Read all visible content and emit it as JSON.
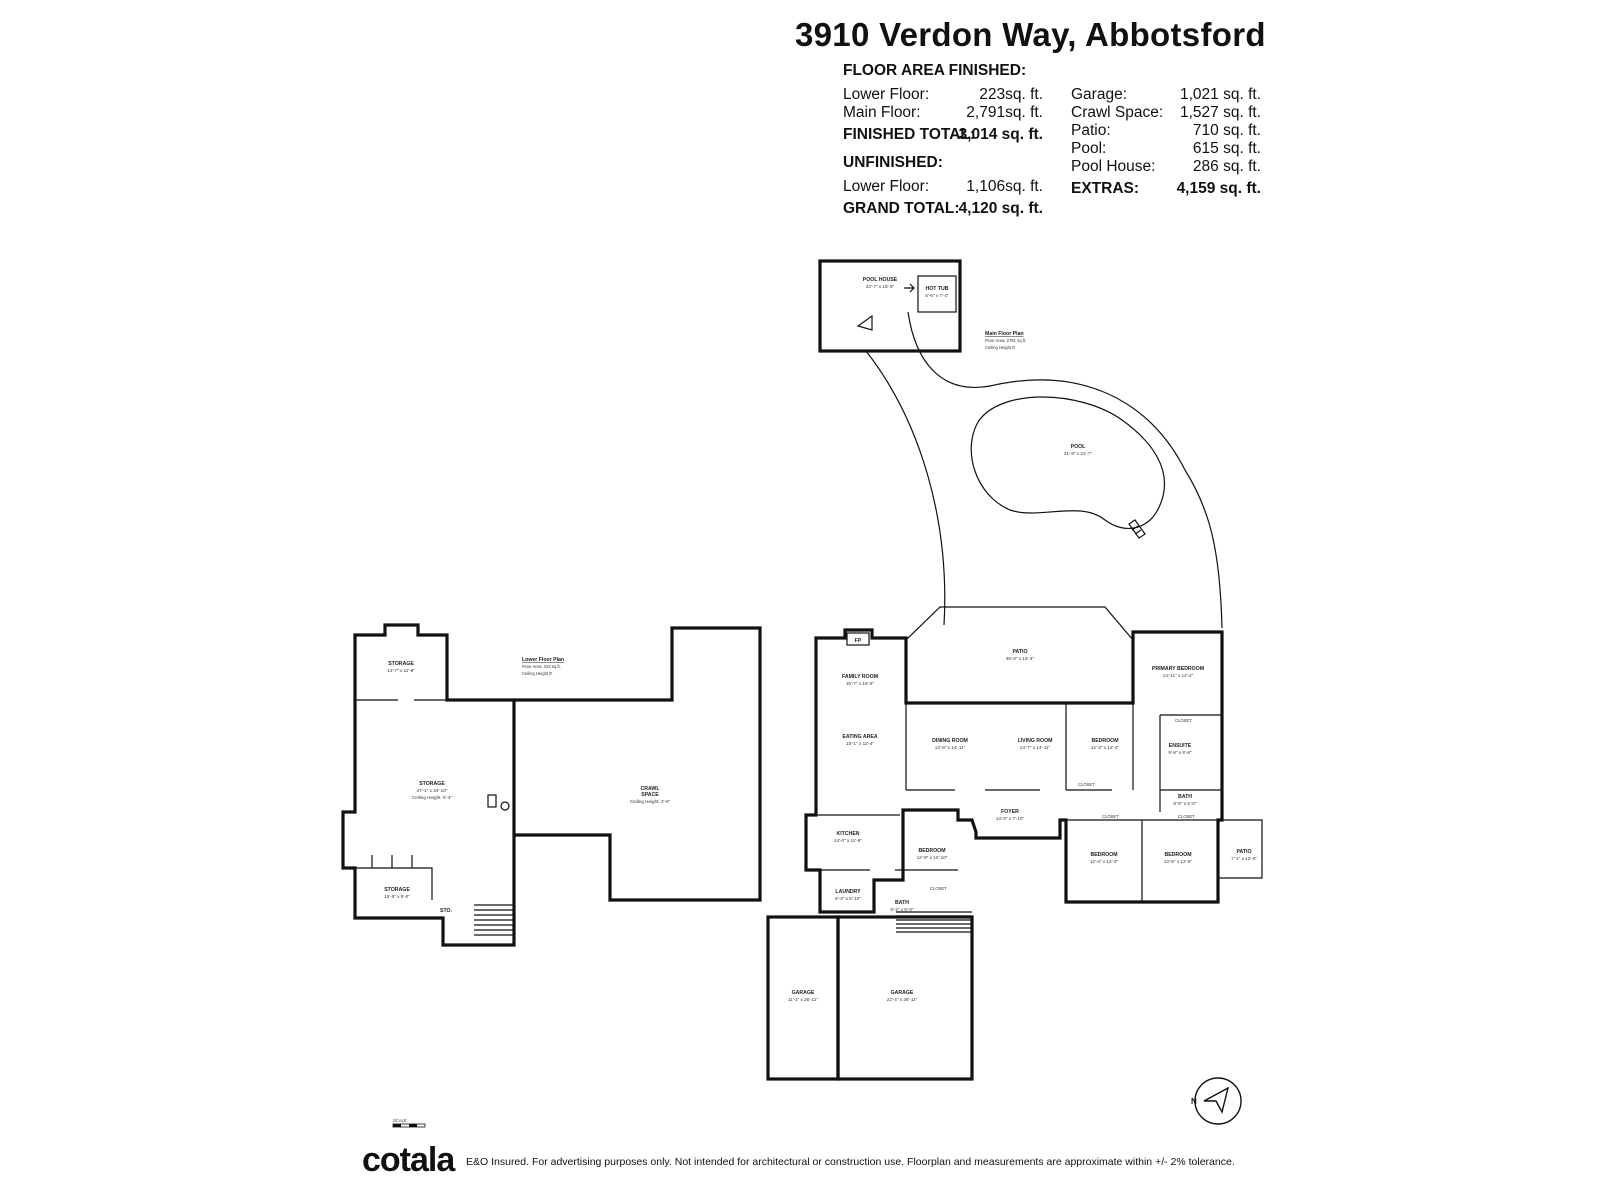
{
  "title": "3910 Verdon Way, Abbotsford",
  "area_summary": {
    "finished_header": "FLOOR AREA FINISHED:",
    "lower_floor_label": "Lower Floor:",
    "lower_floor_value": "223sq. ft.",
    "main_floor_label": "Main Floor:",
    "main_floor_value": "2,791sq. ft.",
    "finished_total_label": "FINISHED TOTAL:",
    "finished_total_value": "3,014 sq. ft.",
    "unfinished_header": "UNFINISHED:",
    "unfinished_lower_label": "Lower Floor:",
    "unfinished_lower_value": "1,106sq. ft.",
    "grand_total_label": "GRAND TOTAL:",
    "grand_total_value": "4,120 sq. ft.",
    "garage_label": "Garage:",
    "garage_value": "1,021 sq. ft.",
    "crawl_label": "Crawl Space:",
    "crawl_value": "1,527 sq. ft.",
    "patio_label": "Patio:",
    "patio_value": "710 sq. ft.",
    "pool_label": "Pool:",
    "pool_value": "615 sq. ft.",
    "poolhouse_label": "Pool House:",
    "poolhouse_value": "286 sq. ft.",
    "extras_label": "EXTRAS:",
    "extras_value": "4,159 sq. ft."
  },
  "main_plan": {
    "title": "Main Floor Plan",
    "area": "Floor Area: 2791 sq.ft.",
    "ceiling": "Ceiling Height 8'"
  },
  "lower_plan": {
    "title": "Lower Floor Plan",
    "area": "Floor Area: 223 sq.ft.",
    "ceiling": "Ceiling Height 8'"
  },
  "rooms": {
    "pool_house": {
      "name": "POOL HOUSE",
      "dim": "23'-7\" x 15'-3\""
    },
    "hot_tub": {
      "name": "HOT TUB",
      "dim": "5'-6\" x 7'-4\""
    },
    "pool": {
      "name": "POOL",
      "dim": "31'-8\" x 21'-7\""
    },
    "patio": {
      "name": "PATIO",
      "dim": "39'-0\" x 16'-4\""
    },
    "primary_bedroom": {
      "name": "PRIMARY BEDROOM",
      "dim": "14'-11\" x 14'-2\""
    },
    "family_room": {
      "name": "FAMILY ROOM",
      "dim": "15'-7\" x 16'-5\""
    },
    "dining_room": {
      "name": "DINING ROOM",
      "dim": "13'-8\" x 14'-11\""
    },
    "living_room": {
      "name": "LIVING ROOM",
      "dim": "14'-7\" x 14'-11\""
    },
    "bedroom_1": {
      "name": "BEDROOM",
      "dim": "12'-2\" x 12'-4\""
    },
    "ensuite": {
      "name": "ENSUITE",
      "dim": "9'-8\" x 8'-8\""
    },
    "eating_area": {
      "name": "EATING AREA",
      "dim": "15'-1\" x 11'-4\""
    },
    "bath_1": {
      "name": "BATH",
      "dim": "9'-6\" x 5'-0\""
    },
    "foyer": {
      "name": "FOYER",
      "dim": "14'-0\" x 7'-10\""
    },
    "kitchen": {
      "name": "KITCHEN",
      "dim": "14'-0\" x 11'-6\""
    },
    "bedroom_2": {
      "name": "BEDROOM",
      "dim": "12'-9\" x 12'-10\""
    },
    "bedroom_3": {
      "name": "BEDROOM",
      "dim": "12'-4\" x 12'-3\""
    },
    "bedroom_4": {
      "name": "BEDROOM",
      "dim": "13'-5\" x 12'-6\""
    },
    "patio_2": {
      "name": "PATIO",
      "dim": "7'-1\" x 12'-0\""
    },
    "laundry": {
      "name": "LAUNDRY",
      "dim": "8'-3\" x 8'-10\""
    },
    "bath_2": {
      "name": "BATH",
      "dim": "8'-2\" x 5'-0\""
    },
    "garage_1": {
      "name": "GARAGE",
      "dim": "11'-1\" x 26'-11\""
    },
    "garage_2": {
      "name": "GARAGE",
      "dim": "22'-4\" x 26'-11\""
    },
    "storage_top": {
      "name": "STORAGE",
      "dim": "14'-7\" x 11'-8\""
    },
    "storage_main": {
      "name": "STORAGE",
      "dim": "27'-1\" x 34'-10\"",
      "extra": "Ceiling Height: 6'-4\""
    },
    "crawl": {
      "name": "CRAWL",
      "name2": "SPACE",
      "extra": "Ceiling Height: 2'-9\""
    },
    "storage_bottom": {
      "name": "STORAGE",
      "dim": "15'-6\" x 9'-0\""
    },
    "sto": {
      "name": "STO."
    }
  },
  "labels": {
    "closet": "CLOSET",
    "fp": "FP",
    "scale": "SCALE"
  },
  "compass": {
    "letter": "N"
  },
  "footer": {
    "brand": "cotala",
    "disclaimer": "E&O Insured. For advertising purposes only. Not intended for architectural or construction use. Floorplan and measurements are approximate within +/- 2% tolerance."
  }
}
